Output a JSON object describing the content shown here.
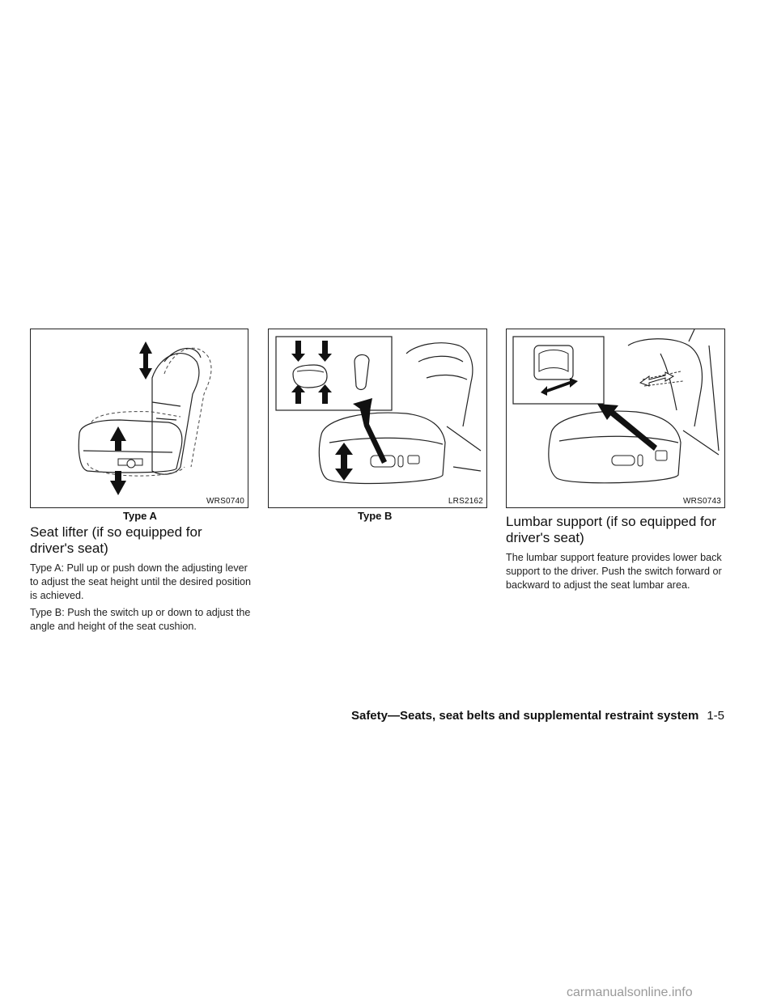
{
  "figures": [
    {
      "code": "WRS0740",
      "caption": "Type A"
    },
    {
      "code": "LRS2162",
      "caption": "Type B"
    },
    {
      "code": "WRS0743"
    }
  ],
  "seat_lifter": {
    "heading": "Seat lifter (if so equipped for driver's seat)",
    "para1": "Type A: Pull up or push down the adjusting lever to adjust the seat height until the desired position is achieved.",
    "para2": "Type B: Push the switch up or down to adjust the angle and height of the seat cushion."
  },
  "lumbar": {
    "heading": "Lumbar support (if so equipped for driver's seat)",
    "para1": "The lumbar support feature provides lower back support to the driver. Push the switch forward or backward to adjust the seat lumbar area."
  },
  "footer": {
    "section": "Safety—Seats, seat belts and supplemental restraint system",
    "page": "1-5"
  },
  "watermark": "carmanualsonline.info"
}
